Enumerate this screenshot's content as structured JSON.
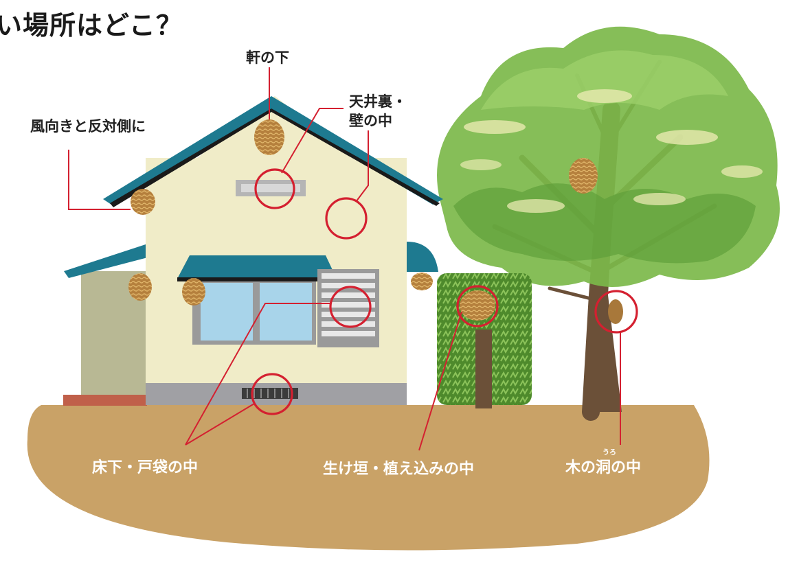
{
  "title": "い場所はどこ？",
  "labels": {
    "eaves": "軒の下",
    "ceiling_line1": "天井裏・",
    "ceiling_line2": "壁の中",
    "leeward": "風向きと反対側に",
    "underfloor": "床下・戸袋の中",
    "hedge": "生け垣・植え込みの中",
    "tree_hollow": "木の洞の中",
    "tree_hollow_ruby": "うろ"
  },
  "colors": {
    "marker_red": "#d42030",
    "roof_teal": "#1e7a90",
    "wall_cream": "#f0ecc8",
    "ground_brown": "#c9a267",
    "foliage_green": "#7cb84a",
    "nest_brown": "#b07a38"
  }
}
